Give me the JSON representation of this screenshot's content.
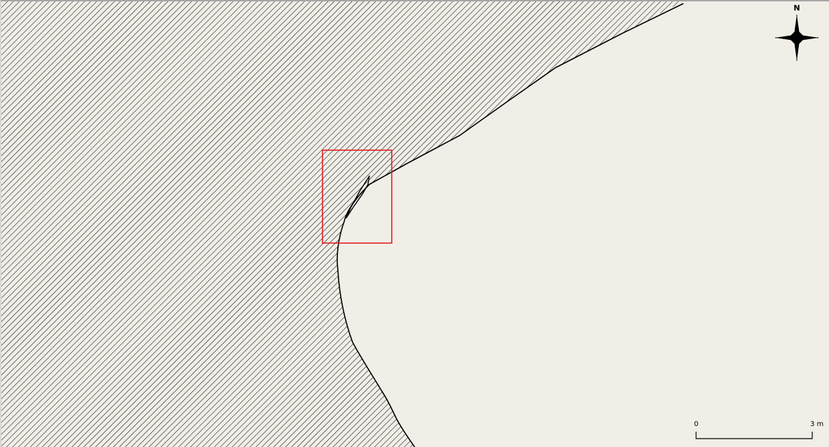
{
  "map": {
    "land_fill_pattern": "diagonal-hatch",
    "land_color": "#f1eee8",
    "hatch_color": "#1a1a1a",
    "outline_color": "#000000",
    "highlight_color": "#e02020",
    "highlight_feature": "inset-extent-box"
  },
  "north_arrow": {
    "label": "N",
    "icon": "compass-star-icon"
  },
  "scale_bar": {
    "start_label": "0",
    "end_label": "3 m"
  }
}
